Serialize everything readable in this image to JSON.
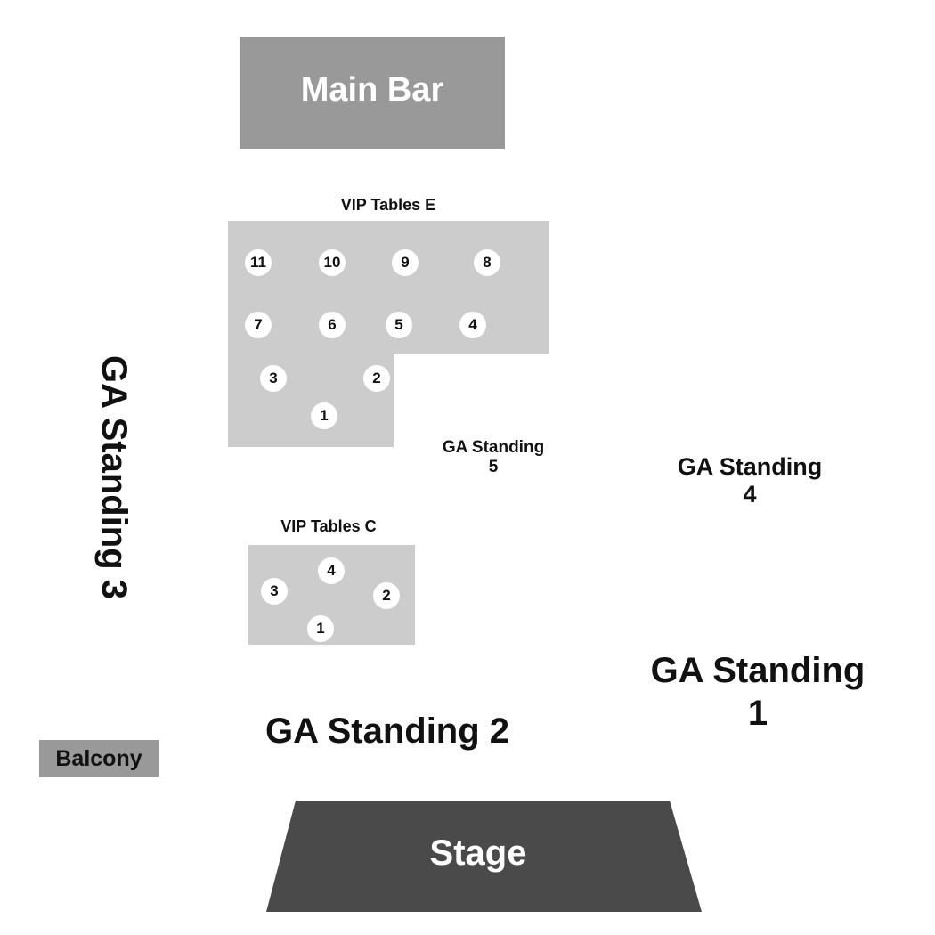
{
  "colors": {
    "background": "#ffffff",
    "bar": "#999999",
    "vip_area": "#cccccc",
    "balcony": "#999999",
    "stage": "#4a4a4a",
    "table": "#ffffff",
    "text_dark": "#111111",
    "text_light": "#ffffff"
  },
  "main_bar": {
    "label": "Main Bar"
  },
  "balcony": {
    "label": "Balcony"
  },
  "stage": {
    "label": "Stage"
  },
  "vip_e": {
    "title": "VIP Tables E",
    "tables": [
      "11",
      "10",
      "9",
      "8",
      "7",
      "6",
      "5",
      "4",
      "3",
      "2",
      "1"
    ]
  },
  "vip_c": {
    "title": "VIP Tables C",
    "tables": [
      "4",
      "3",
      "2",
      "1"
    ]
  },
  "ga_standing": {
    "s1": {
      "line1": "GA Standing",
      "line2": "1"
    },
    "s2": {
      "label": "GA Standing 2"
    },
    "s3": {
      "label": "GA Standing 3"
    },
    "s4": {
      "line1": "GA Standing",
      "line2": "4"
    },
    "s5": {
      "line1": "GA Standing",
      "line2": "5"
    }
  }
}
